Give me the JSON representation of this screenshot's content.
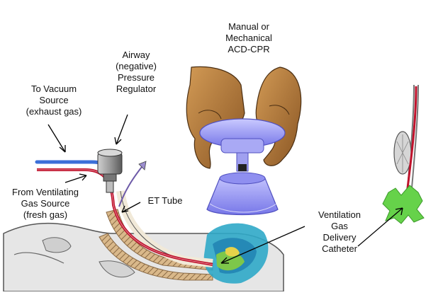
{
  "labels": {
    "vacuum": [
      "To Vacuum",
      "Source",
      "(exhaust gas)"
    ],
    "regulator": [
      "Airway",
      "(negative)",
      "Pressure",
      "Regulator"
    ],
    "cpr": [
      "Manual or",
      "Mechanical",
      "ACD-CPR"
    ],
    "ventilating": [
      "From Ventilating",
      "Gas Source",
      "(fresh gas)"
    ],
    "et_tube": "ET Tube",
    "catheter": [
      "Ventilation",
      "Gas",
      "Delivery",
      "Catheter"
    ]
  },
  "colors": {
    "exhaust_tube": "#3b6fd8",
    "fresh_gas_tube": "#c0122c",
    "hands": "#b07a3a",
    "suction_cup": "#8f8ff0",
    "lung": "#2fa8c8",
    "bronchi": "#c9a57a",
    "alveoli": "#66d24a"
  }
}
